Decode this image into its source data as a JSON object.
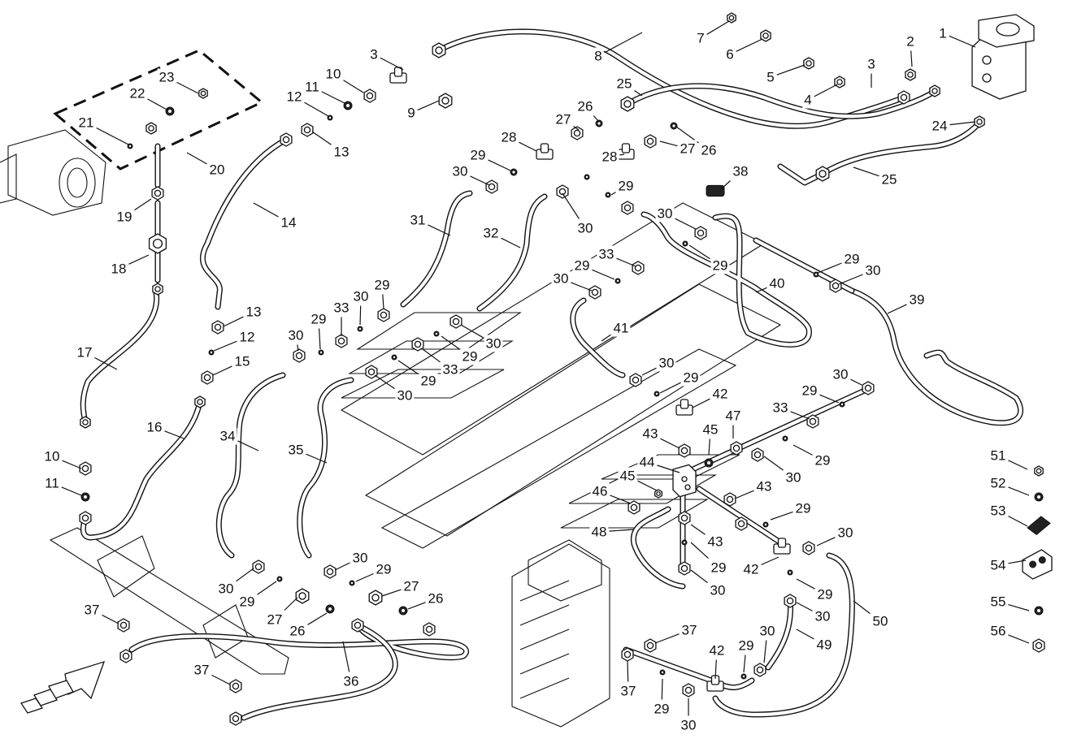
{
  "diagram": {
    "callouts": [
      {
        "n": "1"
      },
      {
        "n": "2"
      },
      {
        "n": "3"
      },
      {
        "n": "4"
      },
      {
        "n": "5"
      },
      {
        "n": "6"
      },
      {
        "n": "7"
      },
      {
        "n": "8"
      },
      {
        "n": "9"
      },
      {
        "n": "10"
      },
      {
        "n": "11"
      },
      {
        "n": "12"
      },
      {
        "n": "13"
      },
      {
        "n": "14"
      },
      {
        "n": "3"
      },
      {
        "n": "25"
      },
      {
        "n": "26"
      },
      {
        "n": "27"
      },
      {
        "n": "28"
      },
      {
        "n": "28"
      },
      {
        "n": "27"
      },
      {
        "n": "26"
      },
      {
        "n": "29"
      },
      {
        "n": "29"
      },
      {
        "n": "30"
      },
      {
        "n": "30"
      },
      {
        "n": "38"
      },
      {
        "n": "24"
      },
      {
        "n": "25"
      },
      {
        "n": "23"
      },
      {
        "n": "22"
      },
      {
        "n": "21"
      },
      {
        "n": "20"
      },
      {
        "n": "19"
      },
      {
        "n": "18"
      },
      {
        "n": "17"
      },
      {
        "n": "10"
      },
      {
        "n": "11"
      },
      {
        "n": "16"
      },
      {
        "n": "13"
      },
      {
        "n": "12"
      },
      {
        "n": "15"
      },
      {
        "n": "31"
      },
      {
        "n": "32"
      },
      {
        "n": "30"
      },
      {
        "n": "29"
      },
      {
        "n": "33"
      },
      {
        "n": "30"
      },
      {
        "n": "29"
      },
      {
        "n": "40"
      },
      {
        "n": "30"
      },
      {
        "n": "29"
      },
      {
        "n": "33"
      },
      {
        "n": "29"
      },
      {
        "n": "30"
      },
      {
        "n": "30"
      },
      {
        "n": "29"
      },
      {
        "n": "33"
      },
      {
        "n": "29"
      },
      {
        "n": "30"
      },
      {
        "n": "29"
      },
      {
        "n": "30"
      },
      {
        "n": "41"
      },
      {
        "n": "30"
      },
      {
        "n": "29"
      },
      {
        "n": "42"
      },
      {
        "n": "47"
      },
      {
        "n": "29"
      },
      {
        "n": "30"
      },
      {
        "n": "39"
      },
      {
        "n": "33"
      },
      {
        "n": "29"
      },
      {
        "n": "30"
      },
      {
        "n": "34"
      },
      {
        "n": "35"
      },
      {
        "n": "43"
      },
      {
        "n": "45"
      },
      {
        "n": "44"
      },
      {
        "n": "45"
      },
      {
        "n": "46"
      },
      {
        "n": "30"
      },
      {
        "n": "43"
      },
      {
        "n": "29"
      },
      {
        "n": "48"
      },
      {
        "n": "43"
      },
      {
        "n": "29"
      },
      {
        "n": "30"
      },
      {
        "n": "42"
      },
      {
        "n": "29"
      },
      {
        "n": "30"
      },
      {
        "n": "30"
      },
      {
        "n": "29"
      },
      {
        "n": "27"
      },
      {
        "n": "26"
      },
      {
        "n": "30"
      },
      {
        "n": "29"
      },
      {
        "n": "27"
      },
      {
        "n": "26"
      },
      {
        "n": "37"
      },
      {
        "n": "37"
      },
      {
        "n": "36"
      },
      {
        "n": "37"
      },
      {
        "n": "37"
      },
      {
        "n": "42"
      },
      {
        "n": "29"
      },
      {
        "n": "30"
      },
      {
        "n": "29"
      },
      {
        "n": "30"
      },
      {
        "n": "49"
      },
      {
        "n": "50"
      },
      {
        "n": "51"
      },
      {
        "n": "52"
      },
      {
        "n": "53"
      },
      {
        "n": "54"
      },
      {
        "n": "55"
      },
      {
        "n": "56"
      }
    ]
  }
}
